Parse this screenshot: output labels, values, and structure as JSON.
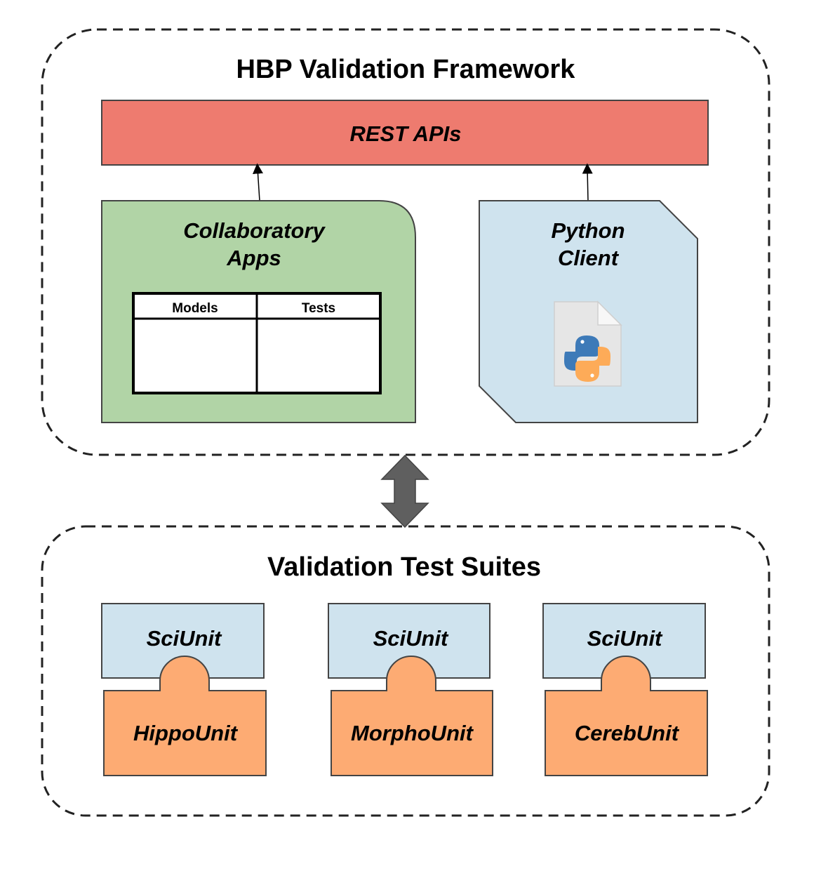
{
  "framework": {
    "title": "HBP Validation Framework",
    "api_bar": {
      "label": "REST APIs",
      "color": "#ee7b6f"
    },
    "collab_apps": {
      "label_line1": "Collaboratory",
      "label_line2": "Apps",
      "color": "#b1d4a6",
      "table": {
        "headers": [
          "Models",
          "Tests"
        ]
      }
    },
    "python_client": {
      "label_line1": "Python",
      "label_line2": "Client",
      "color": "#cfe3ee",
      "icon": "python-file-icon"
    }
  },
  "connector": {
    "icon": "double-arrow-icon",
    "color": "#5f5f5f"
  },
  "test_suites": {
    "title": "Validation Test Suites",
    "top_color": "#cfe3ee",
    "bottom_color": "#fdab73",
    "items": [
      {
        "top": "SciUnit",
        "bottom": "HippoUnit"
      },
      {
        "top": "SciUnit",
        "bottom": "MorphoUnit"
      },
      {
        "top": "SciUnit",
        "bottom": "CerebUnit"
      }
    ]
  }
}
